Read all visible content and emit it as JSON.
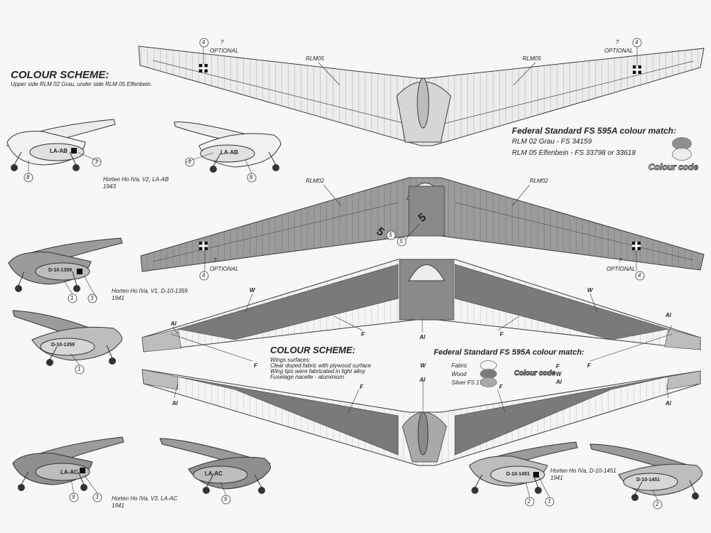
{
  "top_scheme": {
    "heading": "COLOUR SCHEME:",
    "description": "Upper side RLM 02 Grau, under side RLM 05 Elfenbein."
  },
  "top_fs": {
    "title": "Federal Standard FS 595A colour match:",
    "line1": "RLM 02 Grau -  FS 34159",
    "line2": "RLM 05 Elfenbein -  FS 33798 or 33618",
    "code_label": "Colour code",
    "swatch_colors": [
      "#8f8f8f",
      "#ececec"
    ]
  },
  "mid_scheme": {
    "heading": "COLOUR SCHEME:",
    "line1": "Wings surfaces:",
    "line2": "Clear doped fabric with plywood surface",
    "line3": "Wing tips were fabricated in light alloy",
    "line4": "Fuselage nacelle - aluminium"
  },
  "mid_fs": {
    "title": "Federal Standard FS 595A colour match:",
    "items": [
      "Fabric",
      "Wood",
      "Silver FS 17178"
    ],
    "code_label": "Colour code",
    "code_letters": [
      "F",
      "W",
      "Al"
    ],
    "swatch_colors": [
      "#f4f4f4",
      "#7a7a7a",
      "#a9a9a9"
    ]
  },
  "wing_labels": {
    "rlm05": "RLM05",
    "rlm02": "RLM02",
    "optional": "OPTIONAL",
    "question": "?",
    "w": "W",
    "al": "Al",
    "f": "F"
  },
  "callouts": {
    "n2": "2",
    "n3": "3",
    "n4": "4",
    "n5": "5",
    "n8": "8",
    "n9": "9",
    "n1": "1",
    "code_5": "5"
  },
  "side_views": {
    "v2_reg": "LA-AB",
    "v3_reg": "LA-AC",
    "v1_reg": "D-10-1359",
    "v4_reg": "D-10-1451"
  },
  "captions": {
    "v2_title": "Horten Ho IVa, V2, LA-AB",
    "v2_year": "1943",
    "v1_title": "Horten Ho IVa, V1, D-10-1359",
    "v1_year": "1941",
    "v3_title": "Horten Ho IVa, V3, LA-AC",
    "v3_year": "1941",
    "v4_title": "Horten Ho IVa, D-10-1451",
    "v4_year": "1941"
  },
  "palette": {
    "rlm02": "#8f8f8f",
    "rlm05": "#ececec",
    "wood": "#7a7a7a",
    "fabric": "#f4f4f4",
    "outline": "#3a3a3a"
  }
}
